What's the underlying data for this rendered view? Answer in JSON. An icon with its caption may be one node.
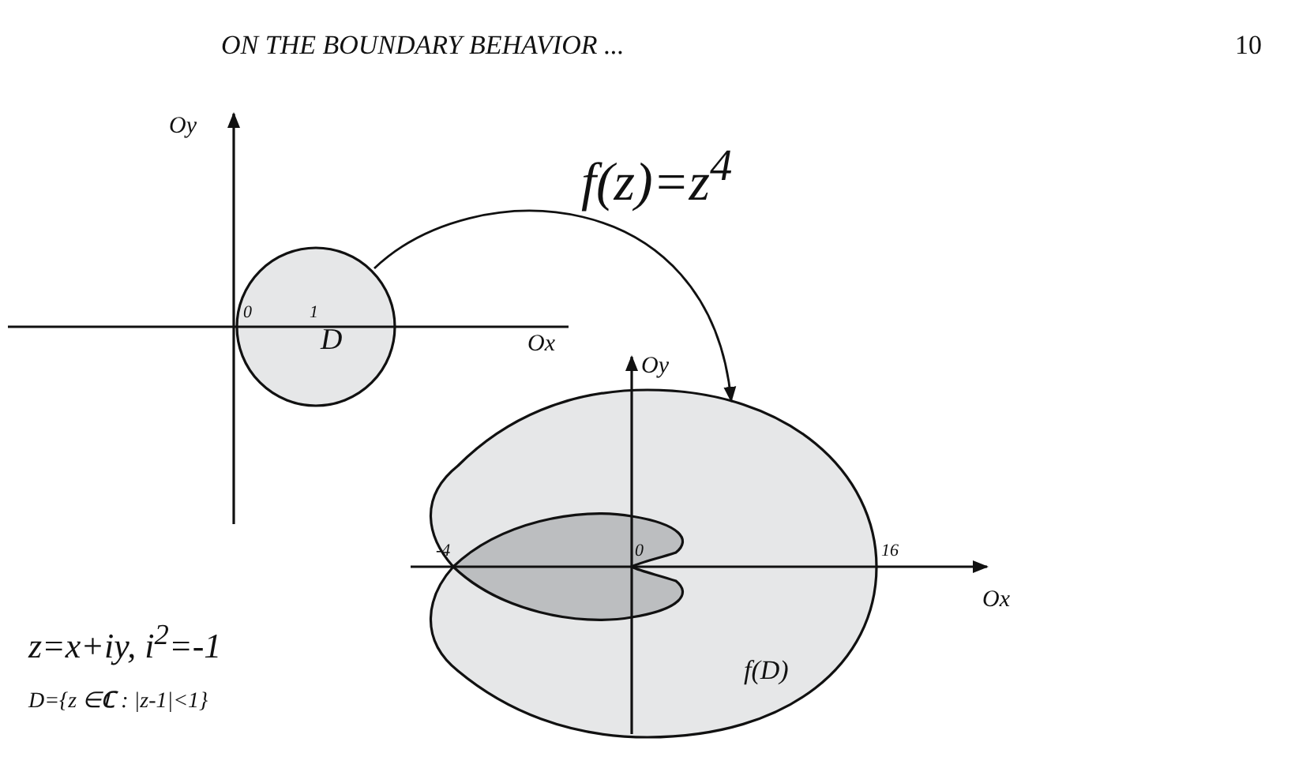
{
  "diagram": {
    "nodes": [
      {
        "text": [
          "D"
        ]
      },
      {
        "text": [
          "f(D)"
        ]
      }
    ],
    "edges": [
      {
        "from": 0,
        "to": 1,
        "arrow": "to",
        "label": "f(z)=z$^{4}$"
      }
    ],
    "labels": [
      "ON THE BOUNDARY BEHAVIOR ...",
      "10",
      "Oy",
      "0",
      "1",
      "Ox",
      "Oy",
      "-4",
      "0",
      "16",
      "Ox",
      "z=x+iy, i$^{2}$=-1",
      "D={z ∈**ℂ** : |z-1|<1}"
    ]
  }
}
